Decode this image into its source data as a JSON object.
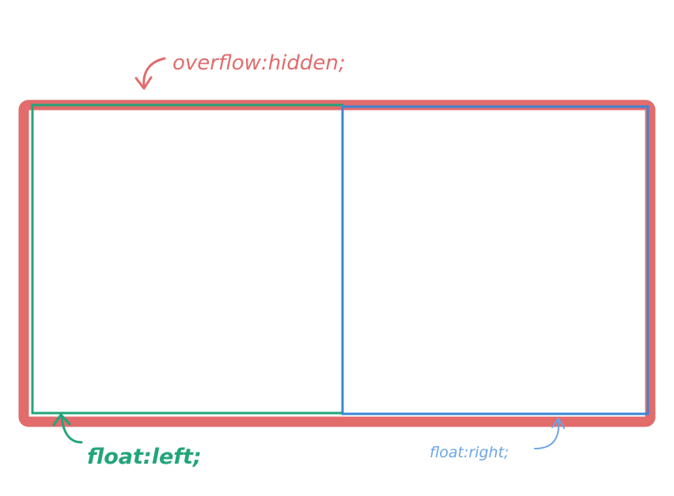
{
  "diagram": {
    "labels": {
      "container": "overflow:hidden;",
      "left_box": "float:left;",
      "right_box": "float:right;"
    },
    "colors": {
      "container": "#e26b6b",
      "left_box": "#22a57a",
      "right_box": "#3a86d6",
      "right_label": "#6aa6e6",
      "background": "#ffffff"
    }
  }
}
